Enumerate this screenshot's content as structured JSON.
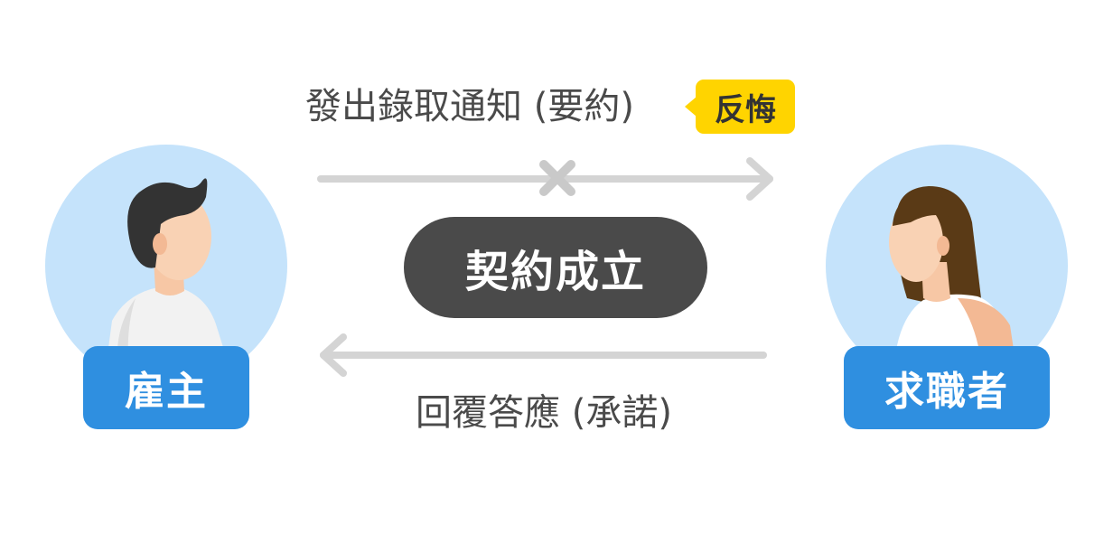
{
  "offer": {
    "label": "發出錄取通知 (要約)",
    "status_badge": "反悔",
    "status_icon": "cross-icon"
  },
  "acceptance": {
    "label": "回覆答應 (承諾)"
  },
  "result": {
    "label": "契約成立"
  },
  "parties": {
    "employer": "雇主",
    "job_seeker": "求職者"
  },
  "colors": {
    "avatar_bg": "#c5e3fb",
    "role_badge": "#2f8fe0",
    "regret_badge": "#ffd400",
    "contract_pill": "#4a4a4a",
    "arrow": "#d4d4d4",
    "cross": "#c9c9c9",
    "text": "#4a4a4a"
  }
}
